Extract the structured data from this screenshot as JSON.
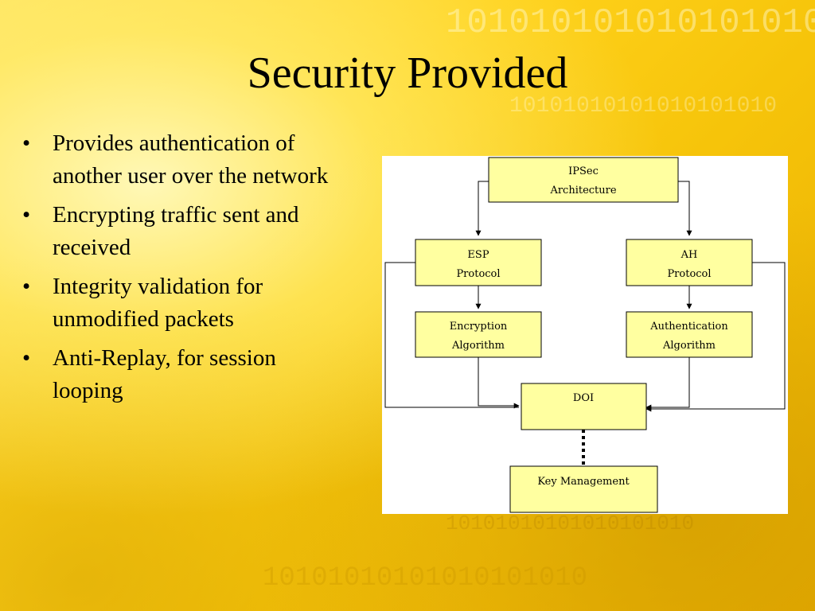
{
  "slide": {
    "title": "Security Provided",
    "bullets": [
      "Provides authentication of another user over the network",
      "Encrypting traffic sent and received",
      "Integrity validation for unmodified packets",
      "Anti-Replay, for session looping"
    ]
  },
  "diagram": {
    "ipsec": [
      "IPSec",
      "Architecture"
    ],
    "esp": [
      "ESP",
      "Protocol"
    ],
    "ah": [
      "AH",
      "Protocol"
    ],
    "encryption": [
      "Encryption",
      "Algorithm"
    ],
    "authentication": [
      "Authentication",
      "Algorithm"
    ],
    "doi": "DOI",
    "key_management": "Key Management"
  },
  "colors": {
    "box_fill": "#ffffa0",
    "background": "#ffd21c"
  },
  "decoration": {
    "binary_strip": "10101010101010101010"
  }
}
